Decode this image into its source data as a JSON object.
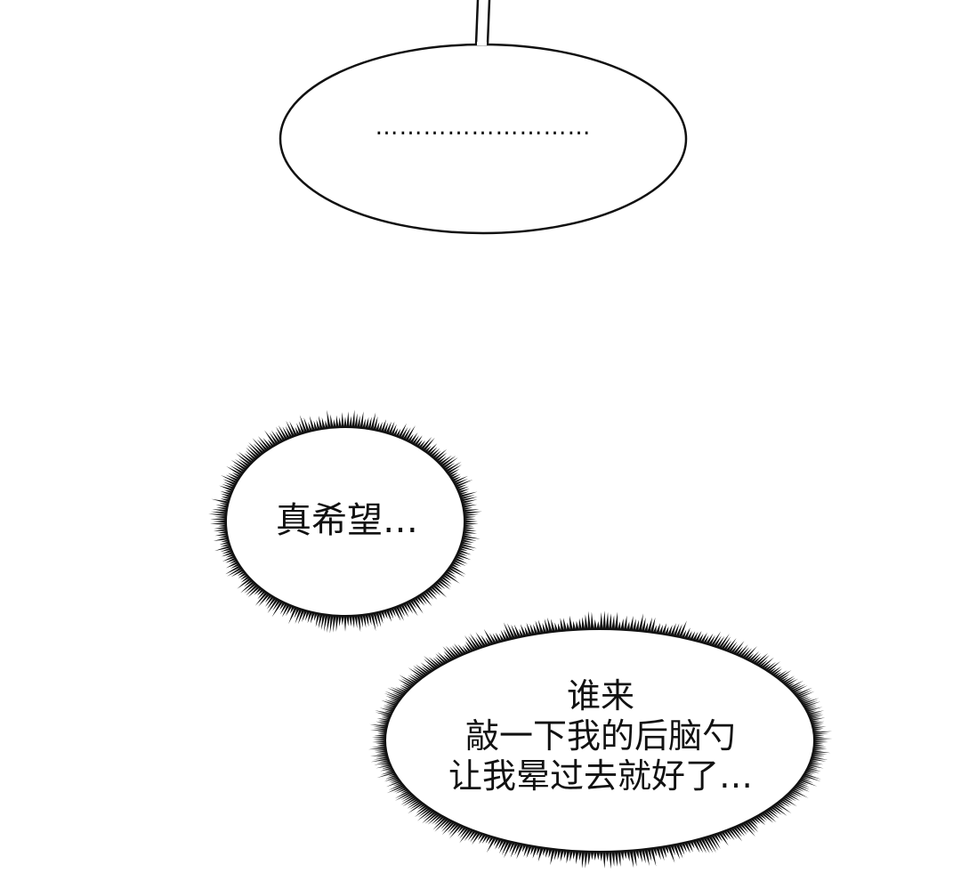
{
  "panel": {
    "bubble_top": {
      "text": "………………………"
    },
    "bubble_thought": {
      "text": "真希望…"
    },
    "bubble_bottom": {
      "lines": [
        "谁来",
        "敲一下我的后脑勺",
        "让我晕过去就好了…"
      ]
    }
  },
  "colors": {
    "ink": "#111111",
    "background": "#ffffff"
  }
}
